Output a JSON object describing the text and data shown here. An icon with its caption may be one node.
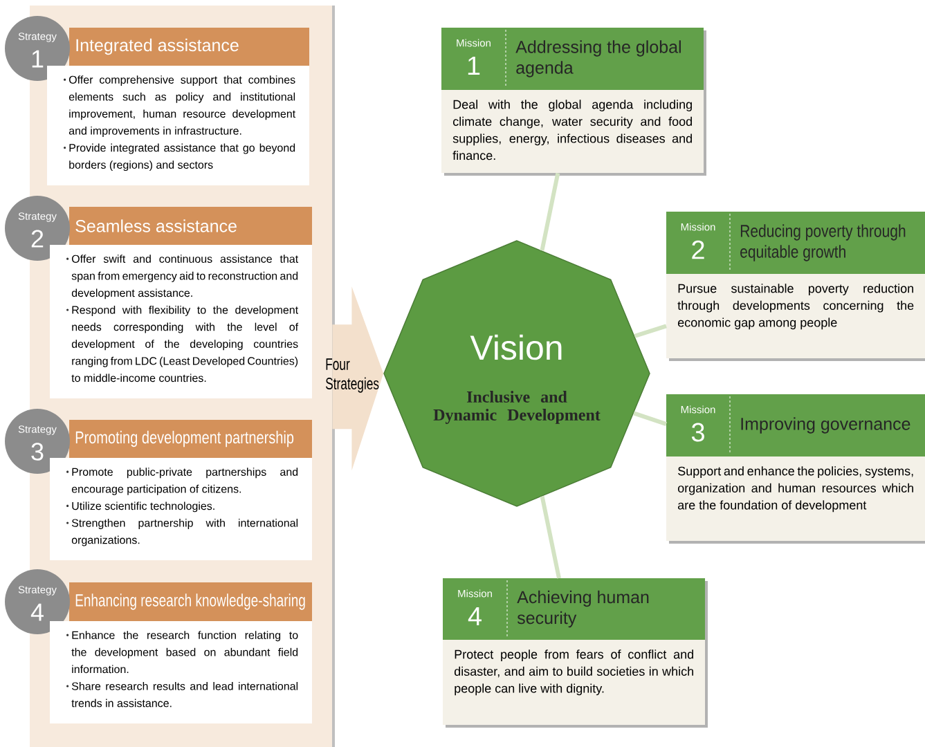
{
  "diagram": {
    "nodes": [
      {
        "text": [],
        "shape": "box"
      },
      {
        "in": 0,
        "text": [
          "Strategy",
          "1",
          "Integrated assistance",
          "Offer comprehensive support that combines elements such as policy and institutional improvement, human resource development and improvements in infrastructure.",
          "Provide integrated assistance that go beyond borders (regions) and sectors"
        ]
      },
      {
        "in": 0,
        "text": [
          "Strategy",
          "2",
          "Seamless assistance",
          "Offer swift and continuous assistance that span from emergency aid to reconstruction and development assistance.",
          "Respond with flexibility to the development needs corresponding with the level of development of the developing countries ranging from LDC (Least Developed Countries) to middle-income countries."
        ]
      },
      {
        "in": 0,
        "text": [
          "Strategy",
          "3",
          "Promoting development partnership",
          "Promote public-private partnerships and encourage participation of citizens.",
          "Utilize scientific technologies.",
          "Strengthen partnership with international organizations."
        ]
      },
      {
        "in": 0,
        "text": [
          "Strategy",
          "4",
          "Enhancing research knowledge-sharing",
          "Enhance the research function relating to the development based on abundant field information.",
          "Share research results and lead international trends in assistance."
        ]
      },
      {
        "text": [
          "Vision",
          "Inclusive and Dynamic Development"
        ]
      },
      {
        "text": [
          "Mission",
          "1",
          "Addressing the global agenda",
          "Deal with the global agenda including climate change, water security and food supplies, energy, infectious diseases and finance."
        ]
      },
      {
        "text": [
          "Mission",
          "2",
          "Reducing poverty through equitable growth",
          "Pursue sustainable poverty reduction through developments concerning the economic gap among people"
        ]
      },
      {
        "text": [
          "Mission",
          "3",
          "Improving governance",
          "Support and enhance the policies, systems, organization and human resources which are the foundation of development"
        ]
      },
      {
        "text": [
          "Mission",
          "4",
          "Achieving human security",
          "Protect people from fears of conflict and disaster, and aim to build societies in which people can live with dignity."
        ]
      }
    ],
    "edges": [
      {
        "from": 0,
        "to": 5,
        "arrow": "to",
        "style": "thick",
        "label": "Four Strategies"
      },
      {
        "from": 5,
        "to": 6,
        "arrow": "none"
      },
      {
        "from": 5,
        "to": 7,
        "arrow": "none"
      },
      {
        "from": 5,
        "to": 8,
        "arrow": "none"
      },
      {
        "from": 5,
        "to": 9,
        "arrow": "none"
      }
    ]
  }
}
